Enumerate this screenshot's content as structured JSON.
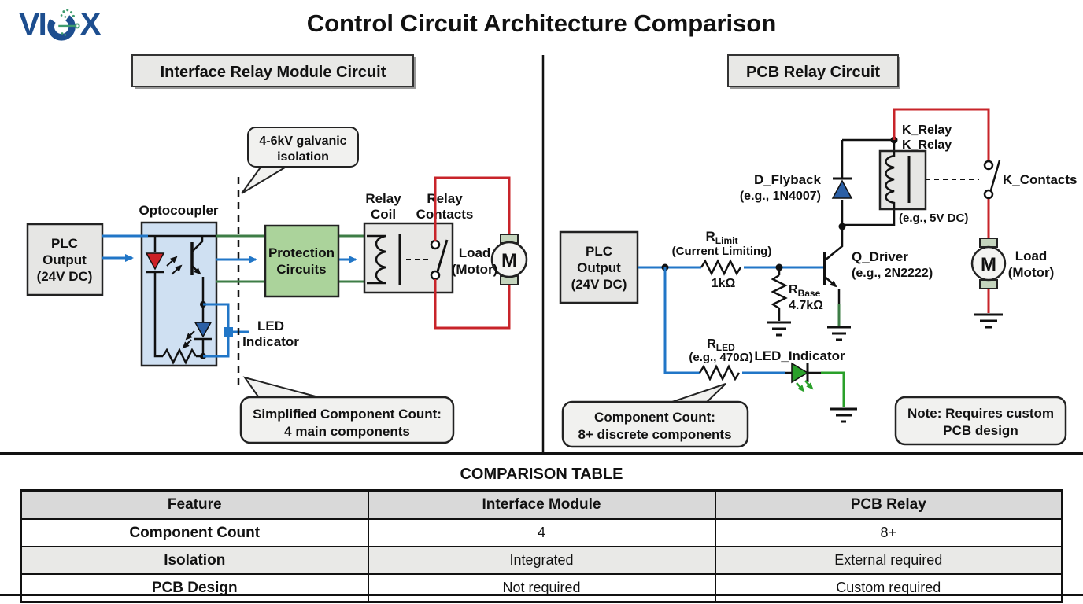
{
  "logo": {
    "text_v": "VI",
    "text_x": "X"
  },
  "header": {
    "title": "Control Circuit Architecture Comparison"
  },
  "colors": {
    "wire_blue": "#2176c7",
    "wire_green": "#3e7d46",
    "wire_red": "#c8242a",
    "optocoupler_fill": "#cfe0f2",
    "protection_fill": "#abd39b",
    "box_fill": "#e6e6e4",
    "callout_fill": "#f1f1ef",
    "led_red": "#cc2026",
    "led_blue": "#2b5fa5",
    "led_green": "#2aa02a",
    "logo_blue": "#1d4e8f",
    "logo_green": "#3f9b6e"
  },
  "left": {
    "panel_title": "Interface Relay Module Circuit",
    "plc_l1": "PLC",
    "plc_l2": "Output",
    "plc_l3": "(24V DC)",
    "optocoupler_label": "Optocoupler",
    "isolation_l1": "4-6kV galvanic",
    "isolation_l2": "isolation",
    "protection_l1": "Protection",
    "protection_l2": "Circuits",
    "relay_coil_l1": "Relay",
    "relay_coil_l2": "Coil",
    "relay_contacts_l1": "Relay",
    "relay_contacts_l2": "Contacts",
    "load_l1": "Load",
    "load_l2": "(Motor)",
    "motor_letter": "M",
    "led_l1": "LED",
    "led_l2": "Indicator",
    "count_l1": "Simplified Component Count:",
    "count_l2": "4 main components"
  },
  "right": {
    "panel_title": "PCB Relay Circuit",
    "plc_l1": "PLC",
    "plc_l2": "Output",
    "plc_l3": "(24V DC)",
    "rlimit_name": "R",
    "rlimit_sub": "Limit",
    "rlimit_desc": "(Current Limiting)",
    "rlimit_value": "1kΩ",
    "rbase_name": "R",
    "rbase_sub": "Base",
    "rbase_value": "4.7kΩ",
    "qdriver_l1": "Q_Driver",
    "qdriver_l2": "(e.g., 2N2222)",
    "dflyback_l1": "D_Flyback",
    "dflyback_l2": "(e.g., 1N4007)",
    "krelay_l1": "K_Relay",
    "krelay_l2": "K_Relay",
    "krelay_rating": "(e.g., 5V DC)",
    "kcontacts_label": "K_Contacts",
    "rled_name": "R",
    "rled_sub": "LED",
    "rled_desc": "(e.g., 470Ω)",
    "led_indicator_label": "LED_Indicator",
    "load_l1": "Load",
    "load_l2": "(Motor)",
    "motor_letter": "M",
    "count_l1": "Component Count:",
    "count_l2": "8+ discrete components",
    "note_l1": "Note: Requires custom",
    "note_l2": "PCB design"
  },
  "table": {
    "title": "COMPARISON TABLE",
    "headers": [
      "Feature",
      "Interface Module",
      "PCB Relay"
    ],
    "rows": [
      [
        "Component Count",
        "4",
        "8+"
      ],
      [
        "Isolation",
        "Integrated",
        "External required"
      ],
      [
        "PCB Design",
        "Not required",
        "Custom required"
      ]
    ]
  }
}
